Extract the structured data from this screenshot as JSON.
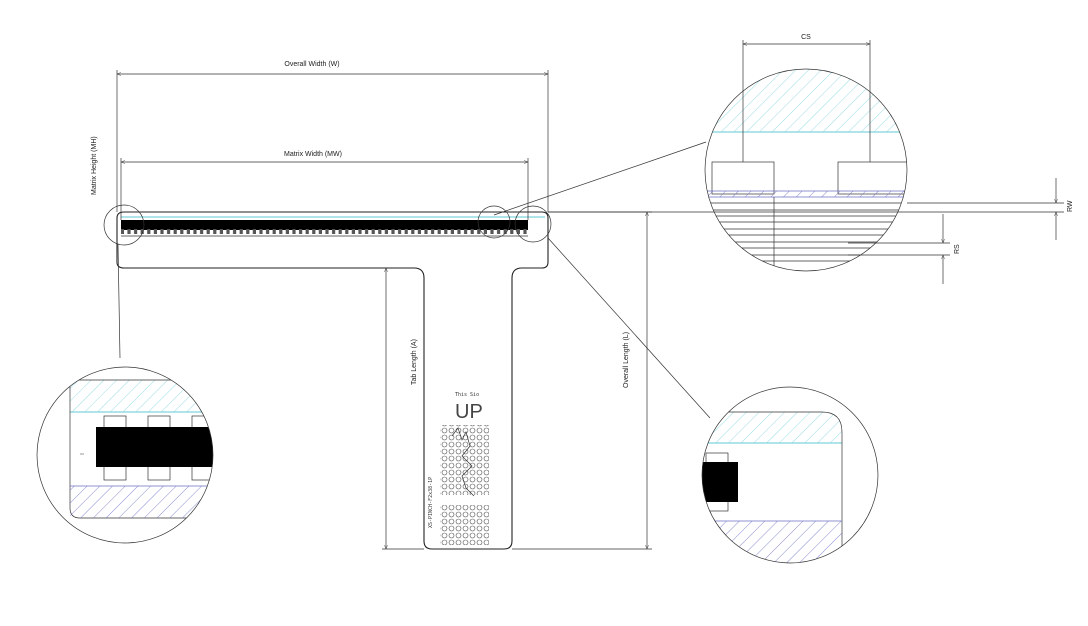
{
  "drawing": {
    "dimensions": {
      "overall_width": "Overall Width (W)",
      "matrix_width": "Matrix Width (MW)",
      "matrix_height": "Matrix Height (MH)",
      "tab_length": "Tab Length (A)",
      "overall_length": "Overall Length (L)",
      "column_spacing": "CS",
      "row_width": "RW",
      "row_spacing": "RS"
    },
    "tab_marking": {
      "line1": "This Sio",
      "line2": "UP",
      "part_code": "XS-PINCH-F2x38-1P"
    },
    "colors": {
      "line": "#222222",
      "sensor_black": "#000000",
      "hatch_cyan": "#7fd3dd",
      "hatch_blue": "#6b6fc4"
    }
  }
}
